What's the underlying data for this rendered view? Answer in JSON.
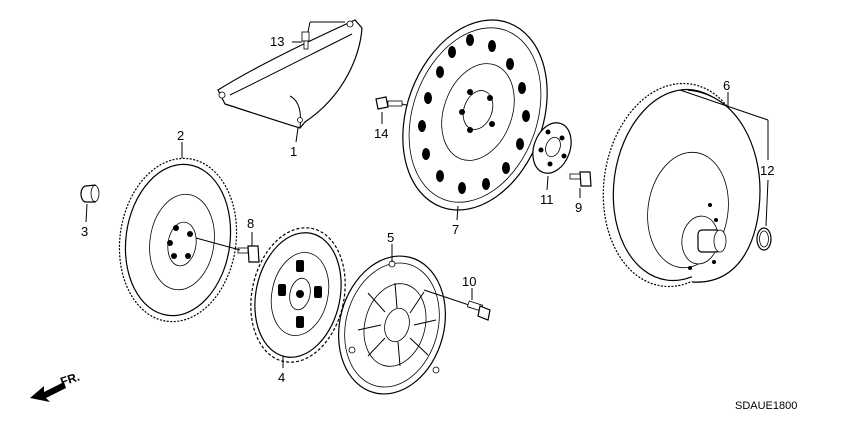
{
  "diagram": {
    "callouts": [
      {
        "id": "p1",
        "text": "1"
      },
      {
        "id": "p2",
        "text": "2"
      },
      {
        "id": "p3",
        "text": "3"
      },
      {
        "id": "p4",
        "text": "4"
      },
      {
        "id": "p5",
        "text": "5"
      },
      {
        "id": "p6",
        "text": "6"
      },
      {
        "id": "p7",
        "text": "7"
      },
      {
        "id": "p8",
        "text": "8"
      },
      {
        "id": "p9",
        "text": "9"
      },
      {
        "id": "p10",
        "text": "10"
      },
      {
        "id": "p11",
        "text": "11"
      },
      {
        "id": "p12",
        "text": "12"
      },
      {
        "id": "p13",
        "text": "13"
      },
      {
        "id": "p14",
        "text": "14"
      }
    ],
    "direction_label": "FR.",
    "diagram_code": "SDAUE1800"
  }
}
